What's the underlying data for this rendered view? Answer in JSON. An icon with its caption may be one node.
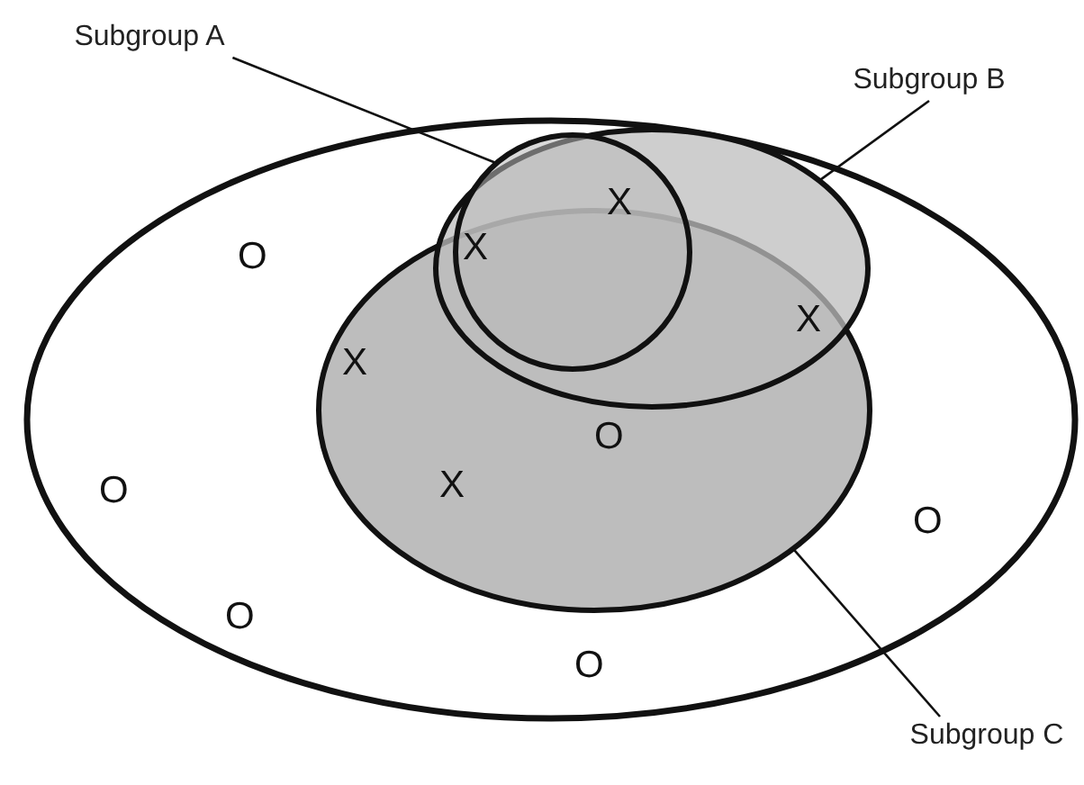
{
  "diagram": {
    "nodes": [
      {
        "text": [
          "Subgroup A"
        ]
      },
      {
        "text": [
          "Subgroup B"
        ]
      },
      {
        "text": [],
        "shape": "ellipse"
      },
      {
        "text": [],
        "shape": "ellipse",
        "in": 2
      },
      {
        "text": [],
        "shape": "ellipse",
        "in": 2
      },
      {
        "text": [],
        "shape": "circle",
        "in": 4
      },
      {
        "text": [
          "Subgroup C"
        ]
      }
    ],
    "edges": [
      {
        "from": 0,
        "to": 5,
        "arrow": "none"
      },
      {
        "from": 1,
        "to": 4,
        "arrow": "none"
      },
      {
        "from": 6,
        "to": 3,
        "arrow": "none"
      }
    ],
    "labels": [
      "X",
      "X",
      "O",
      "X",
      "X",
      "O",
      "X",
      "O",
      "O",
      "O",
      "O"
    ]
  }
}
